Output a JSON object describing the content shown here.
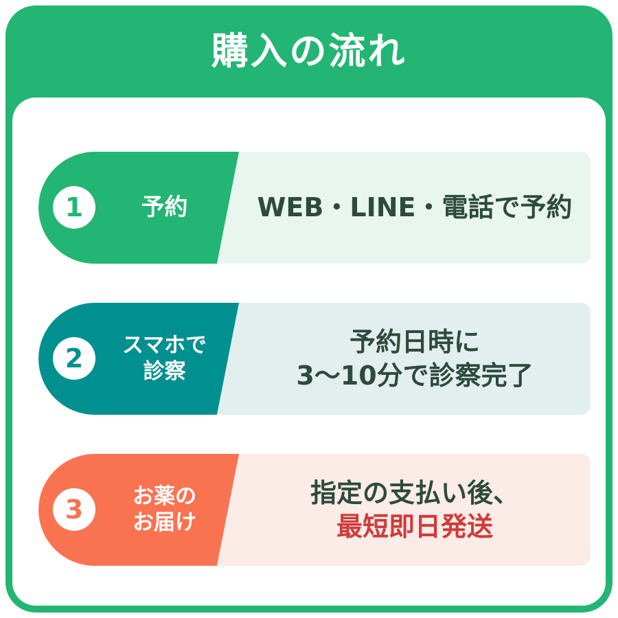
{
  "header": {
    "title": "購入の流れ"
  },
  "theme": {
    "frame_green": "#22b573",
    "step1_color": "#22b573",
    "step2_color": "#00908f",
    "step3_color": "#fa7351",
    "desc_text_color": "#2e4a3c",
    "accent_red": "#cf3b3b",
    "row1_bg": "#e8f6ef",
    "row2_bg": "#e3efef",
    "row3_bg": "#fcece8"
  },
  "steps": [
    {
      "number": "1",
      "label_lines": [
        "予約"
      ],
      "desc_lines": [
        {
          "text": "WEB・LINE・電話で予約",
          "accent": false
        }
      ]
    },
    {
      "number": "2",
      "label_lines": [
        "スマホで",
        "診察"
      ],
      "desc_lines": [
        {
          "text": "予約日時に",
          "accent": false
        },
        {
          "text": "3〜10分で診察完了",
          "accent": false
        }
      ]
    },
    {
      "number": "3",
      "label_lines": [
        "お薬の",
        "お届け"
      ],
      "desc_lines": [
        {
          "text": "指定の支払い後、",
          "accent": false
        },
        {
          "text": "最短即日発送",
          "accent": true
        }
      ]
    }
  ]
}
